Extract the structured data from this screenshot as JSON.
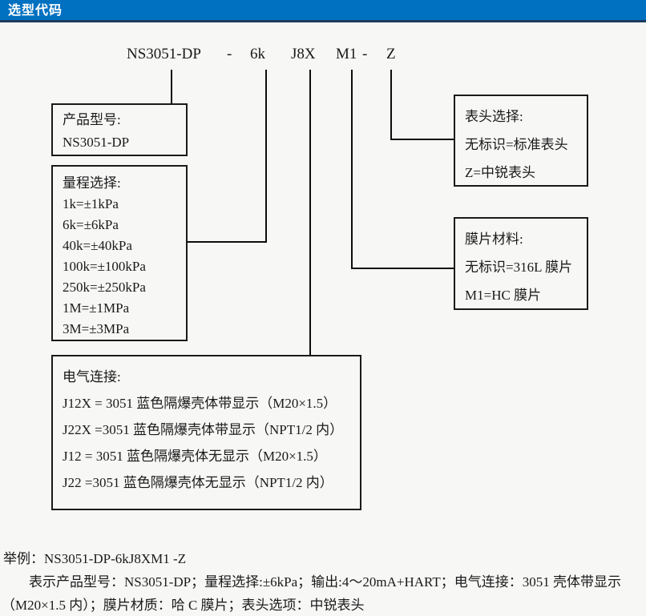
{
  "header": {
    "title": "选型代码"
  },
  "code_line": {
    "segments": [
      "NS3051-DP",
      "-",
      "6k",
      "J8X",
      "M1",
      "-",
      "Z"
    ]
  },
  "boxes": {
    "product": {
      "title": "产品型号:",
      "lines": [
        "NS3051-DP"
      ]
    },
    "range": {
      "title": "量程选择:",
      "lines": [
        "1k=±1kPa",
        "6k=±6kPa",
        "40k=±40kPa",
        "100k=±100kPa",
        "250k=±250kPa",
        "1M=±1MPa",
        "3M=±3MPa"
      ]
    },
    "display": {
      "title": "表头选择:",
      "lines": [
        "无标识=标准表头",
        "Z=中锐表头"
      ]
    },
    "diaphragm": {
      "title": "膜片材料:",
      "lines": [
        "无标识=316L 膜片",
        "M1=HC 膜片"
      ]
    },
    "electrical": {
      "title": "电气连接:",
      "lines": [
        "J12X = 3051 蓝色隔爆壳体带显示（M20×1.5）",
        "J22X =3051 蓝色隔爆壳体带显示（NPT1/2 内）",
        "J12 = 3051 蓝色隔爆壳体无显示（M20×1.5）",
        "J22 =3051 蓝色隔爆壳体无显示（NPT1/2 内）"
      ]
    }
  },
  "example": {
    "line1": "举例：NS3051-DP-6kJ8XM1 -Z",
    "line2": "表示产品型号：NS3051-DP；量程选择:±6kPa；输出:4～20mA+HART；电气连接：3051 壳体带显示",
    "line3": "（M20×1.5 内）；膜片材质：哈 C 膜片；表头选项：中锐表头"
  },
  "colors": {
    "header_bg": "#0070c0",
    "header_border": "#1c3c5e",
    "header_text": "#ffffff",
    "text": "#1a1a1a",
    "connector": "#0d0d0d",
    "background": "#f7f7f6"
  }
}
